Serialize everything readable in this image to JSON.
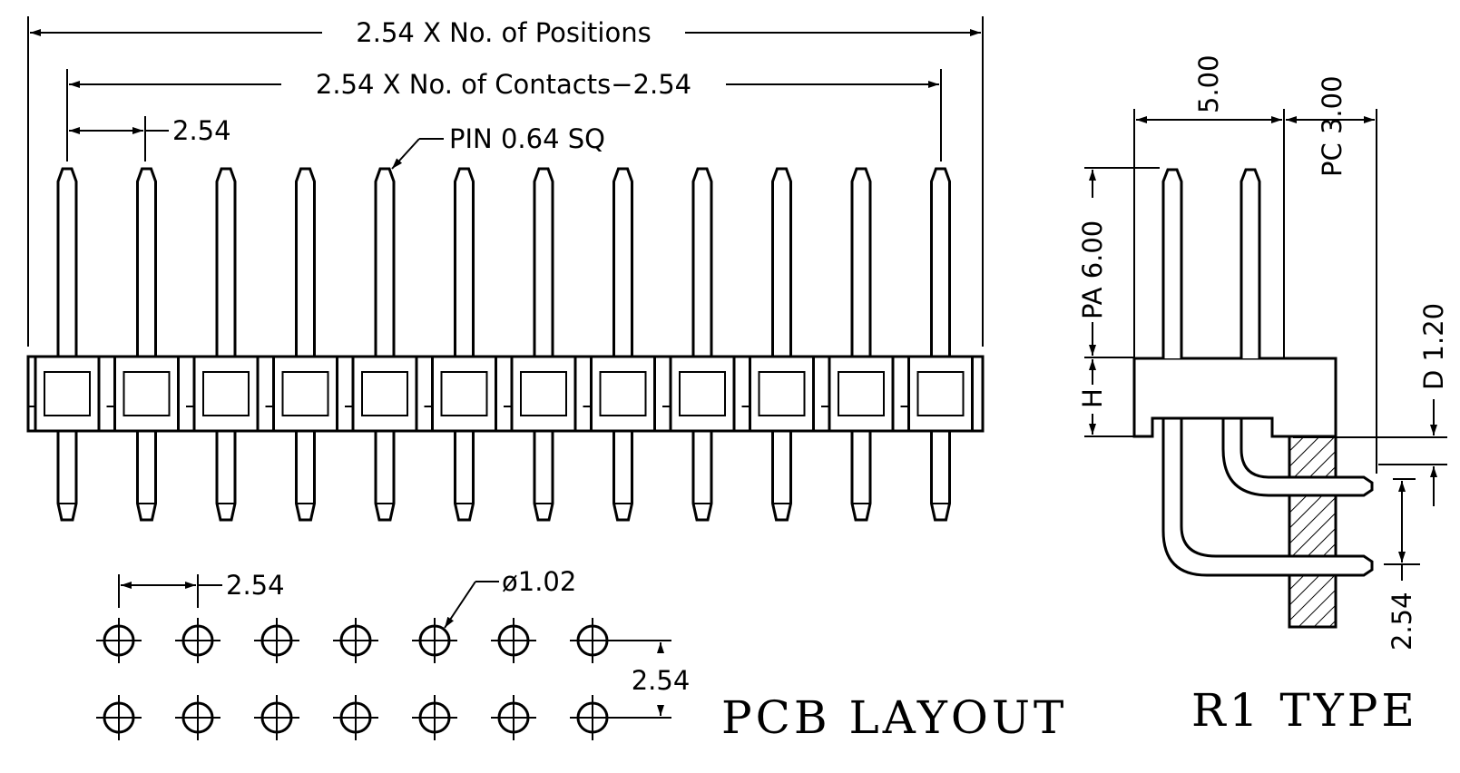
{
  "dimensions": {
    "positions": "2.54 X No. of Positions",
    "contacts": "2.54 X No. of Contacts−2.54",
    "pitch_top": "2.54",
    "pin": "PIN 0.64 SQ",
    "pcb_pitch": "2.54",
    "hole": "ø1.02",
    "row_pitch": "2.54",
    "r1_width": "5.00",
    "r1_pc": "PC 3.00",
    "r1_pa": "PA 6.00",
    "r1_h": "H",
    "r1_d": "D  1.20",
    "r1_pitch": "2.54"
  },
  "titles": {
    "pcb_layout": "PCB LAYOUT",
    "r1_type": "R1 TYPE"
  },
  "counts": {
    "pins": 12,
    "pcb_columns": 7,
    "pcb_rows": 2
  }
}
